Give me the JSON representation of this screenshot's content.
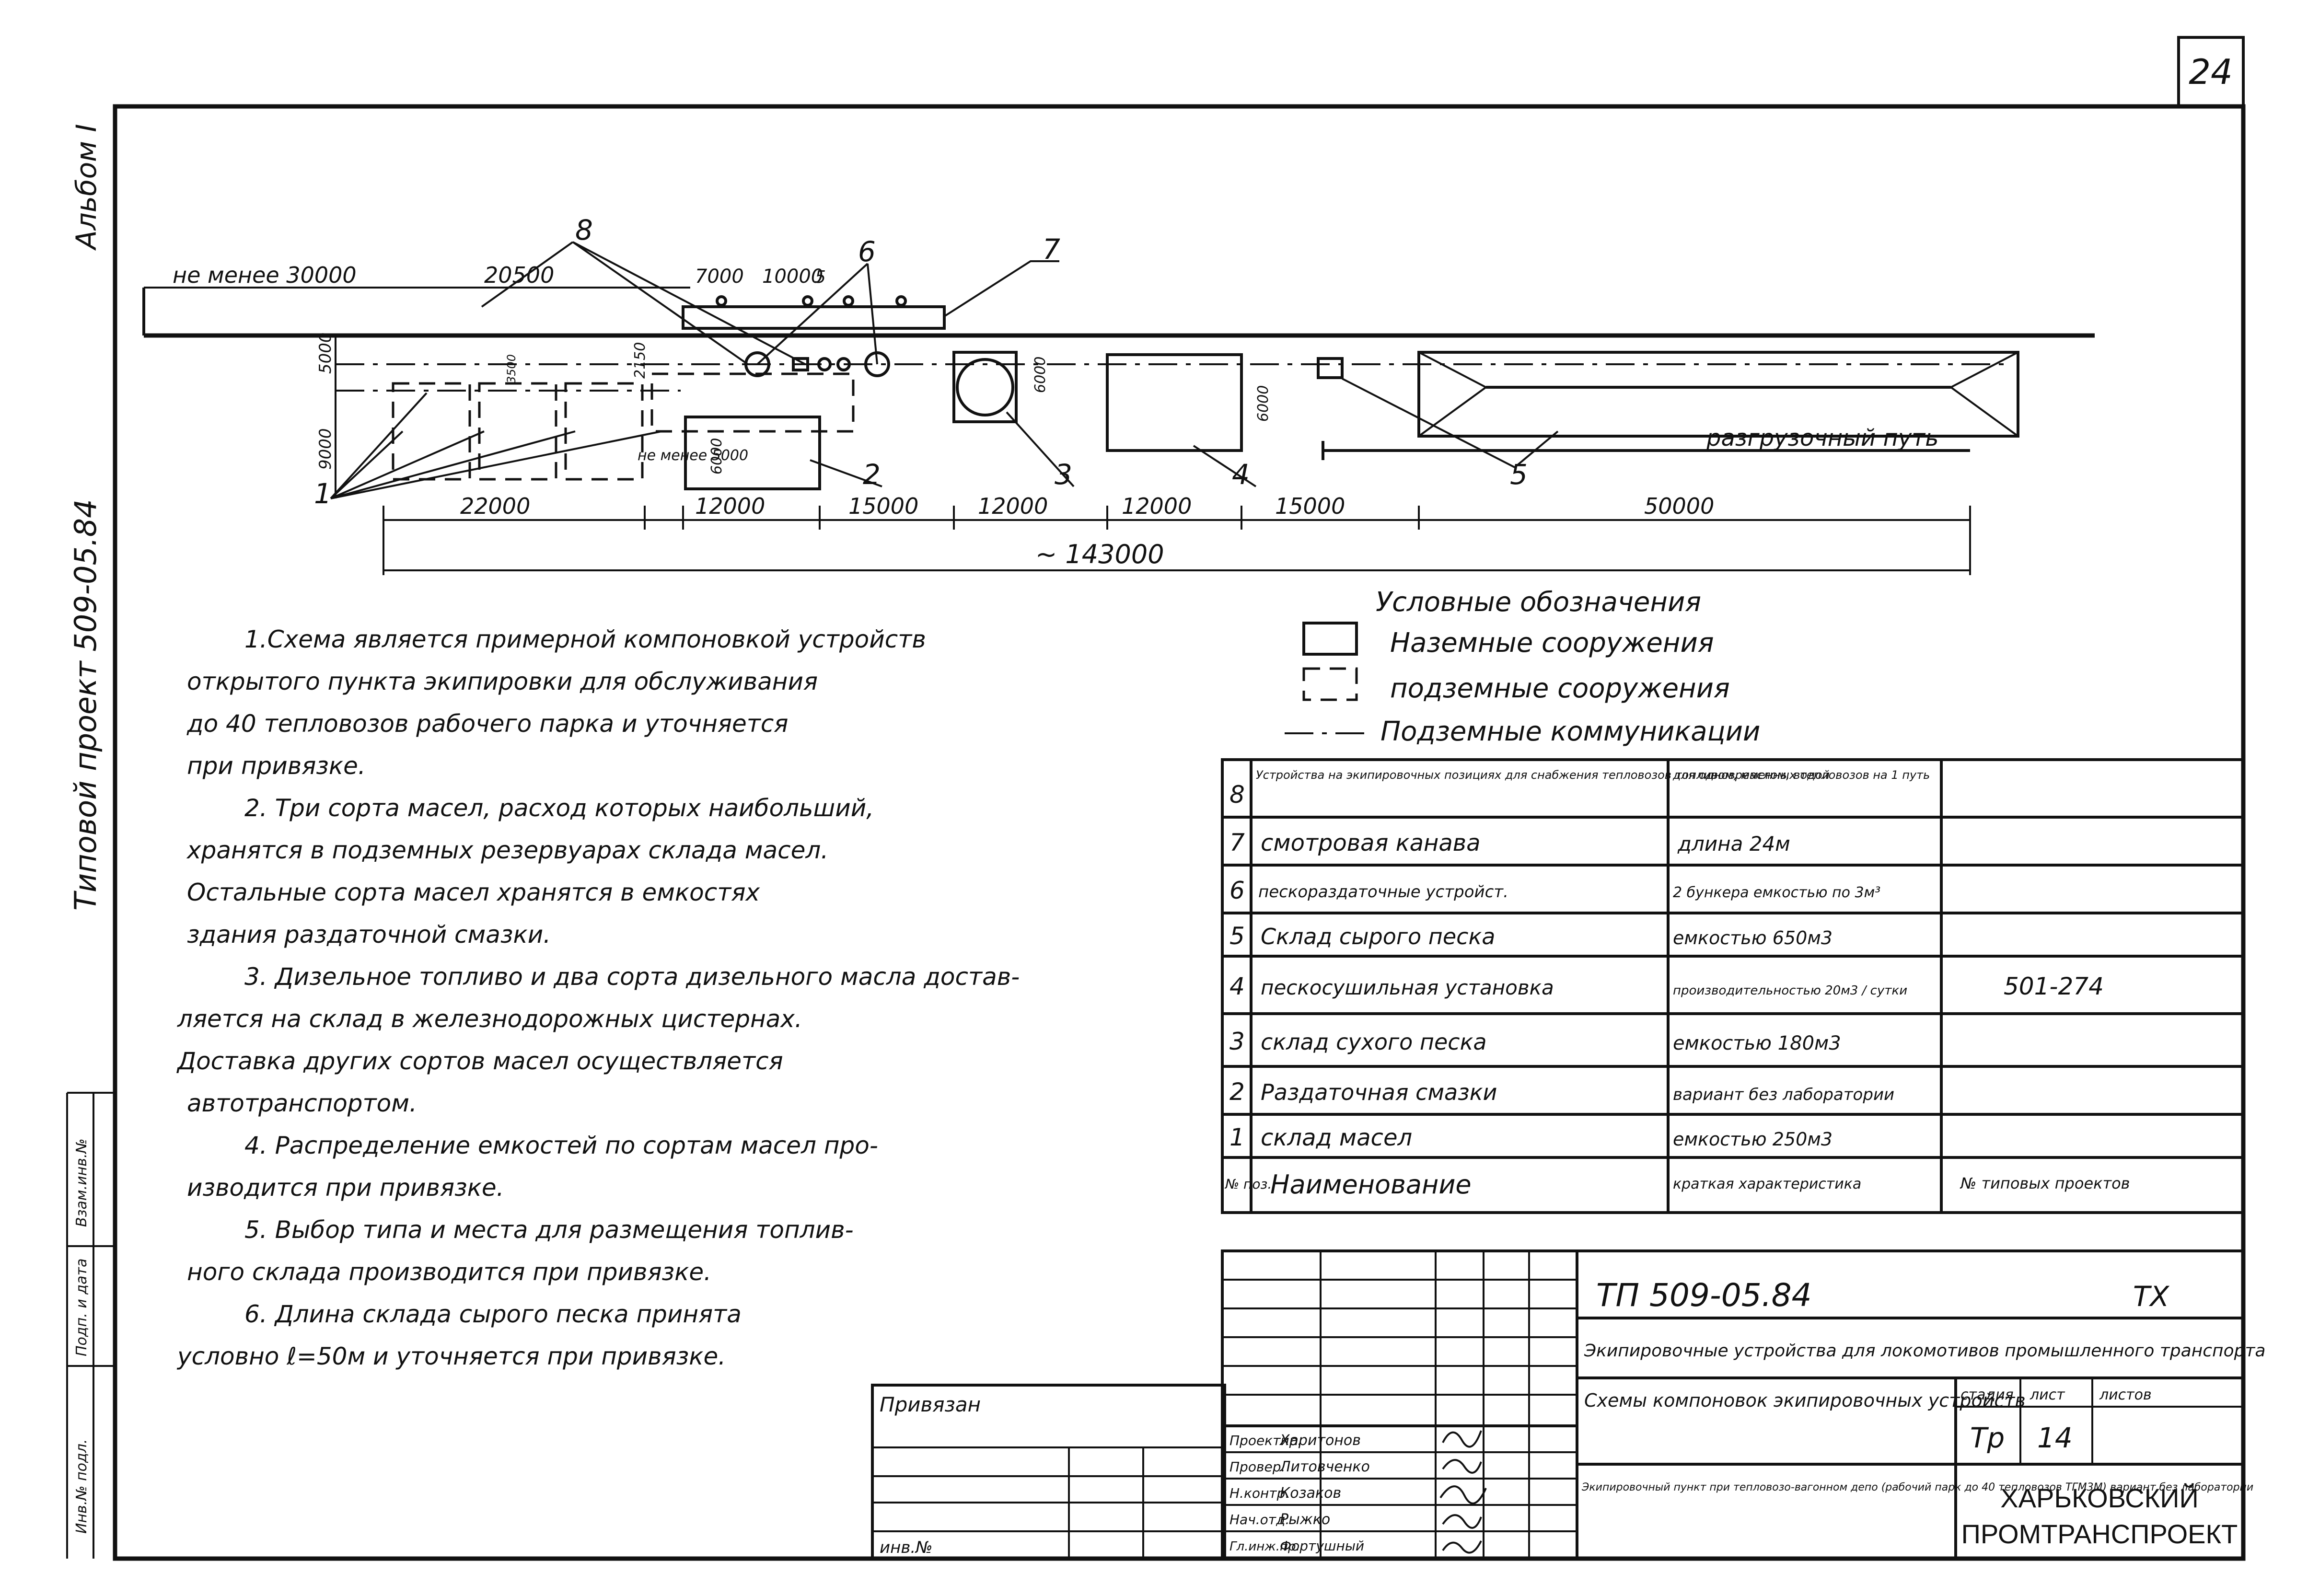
{
  "sheet": {
    "page_number": "24",
    "album_label": "Альбом I",
    "side_label": "Типовой проект 509-05.84",
    "side_stamp": [
      "Взам.инв.№",
      "Подп. и дата",
      "Инв.№ подл."
    ]
  },
  "scheme": {
    "position_callouts": [
      "8",
      "6",
      "7",
      "1",
      "2",
      "3",
      "4",
      "5"
    ],
    "track_label": "разгрузочный путь",
    "dims_top": [
      "не менее 30000",
      "20500",
      "7000",
      "10000",
      "5"
    ],
    "dims_side": [
      "9000",
      "5000",
      "2150",
      "6000",
      "6000",
      "6000",
      "3500"
    ],
    "dims_bottom": [
      "22000",
      "не менее 5000",
      "12000",
      "15000",
      "12000",
      "12000",
      "15000",
      "50000"
    ],
    "dim_total": "~ 143000"
  },
  "legend": {
    "title": "Условные обозначения",
    "items": [
      {
        "symbol": "solid-rect",
        "label": "Наземные сооружения"
      },
      {
        "symbol": "dashed-rect",
        "label": "подземные сооружения"
      },
      {
        "symbol": "dashdot-line",
        "label": "Подземные коммуникации"
      }
    ]
  },
  "notes": [
    "1.Схема является примерной компоновкой устройств",
    "открытого пункта экипировки для обслуживания",
    "до 40 тепловозов рабочего парка и уточняется",
    "при привязке.",
    "2. Три сорта масел, расход которых наибольший,",
    "хранятся в подземных резервуарах склада масел.",
    "Остальные сорта масел хранятся в емкостях",
    "здания раздаточной смазки.",
    "3. Дизельное топливо и два сорта дизельного масла достав-",
    "ляется на склад в железнодорожных цистернах.",
    "Доставка других сортов масел осуществляется",
    "автотранспортом.",
    "4. Распределение емкостей по сортам масел про-",
    "изводится при привязке.",
    "5. Выбор типа и места для размещения топлив-",
    "ного склада производится при привязке.",
    "6. Длина склада сырого песка принята",
    "условно ℓ=50м и уточняется при привязке."
  ],
  "spec_table": {
    "header": {
      "pos": "№ поз.",
      "name": "Наименование",
      "brief": "краткая характеристика",
      "projects": "№ типовых проектов"
    },
    "rows": [
      {
        "pos": "8",
        "name": "Устройства на экипировочных позициях для снабжения тепловозов топливом, маслом, водой",
        "brief": "для одновременных тепловозов на 1 путь",
        "project": ""
      },
      {
        "pos": "7",
        "name": "смотровая канава",
        "brief": "длина 24м",
        "project": ""
      },
      {
        "pos": "6",
        "name": "пескораздаточные устройст.",
        "brief": "2 бункера емкостью по 3м³",
        "project": ""
      },
      {
        "pos": "5",
        "name": "Склад сырого песка",
        "brief": "емкостью 650м3",
        "project": ""
      },
      {
        "pos": "4",
        "name": "пескосушильная установка",
        "brief": "производительностью 20м3 / сутки",
        "project": "501-274"
      },
      {
        "pos": "3",
        "name": "склад сухого песка",
        "brief": "емкостью 180м3",
        "project": ""
      },
      {
        "pos": "2",
        "name": "Раздаточная смазки",
        "brief": "вариант без лаборатории",
        "project": ""
      },
      {
        "pos": "1",
        "name": "склад масел",
        "brief": "емкостью 250м3",
        "project": ""
      }
    ]
  },
  "title_block": {
    "doc_code": "ТП 509-05.84",
    "section": "ТХ",
    "project_title": "Экипировочные устройства для локомотивов промышленного транспорта",
    "drawing_title": "Схемы компоновок экипировочных устройств",
    "drawing_detail": "Экипировочный пункт при тепловозо-вагонном депо (рабочий парк до 40 тепловозов ТГМ3М) вариант без лаборатории",
    "stage_label": "стадия",
    "sheet_label": "лист",
    "sheets_label": "листов",
    "stage": "Тр",
    "sheet": "14",
    "sheets": "",
    "company": [
      "ХАРЬКОВСКИЙ",
      "ПРОМТРАНСПРОЕКТ"
    ],
    "tied_label": "Привязан",
    "inv_label": "инв.№",
    "signatures": [
      {
        "role": "Проектир.",
        "name": "Харитонов"
      },
      {
        "role": "Провер.",
        "name": "Литовченко"
      },
      {
        "role": "Н.контр.",
        "name": "Козаков"
      },
      {
        "role": "Нач.отд.",
        "name": "Рыжко"
      },
      {
        "role": "Гл.инж.пр.",
        "name": "Фортушный"
      }
    ]
  }
}
